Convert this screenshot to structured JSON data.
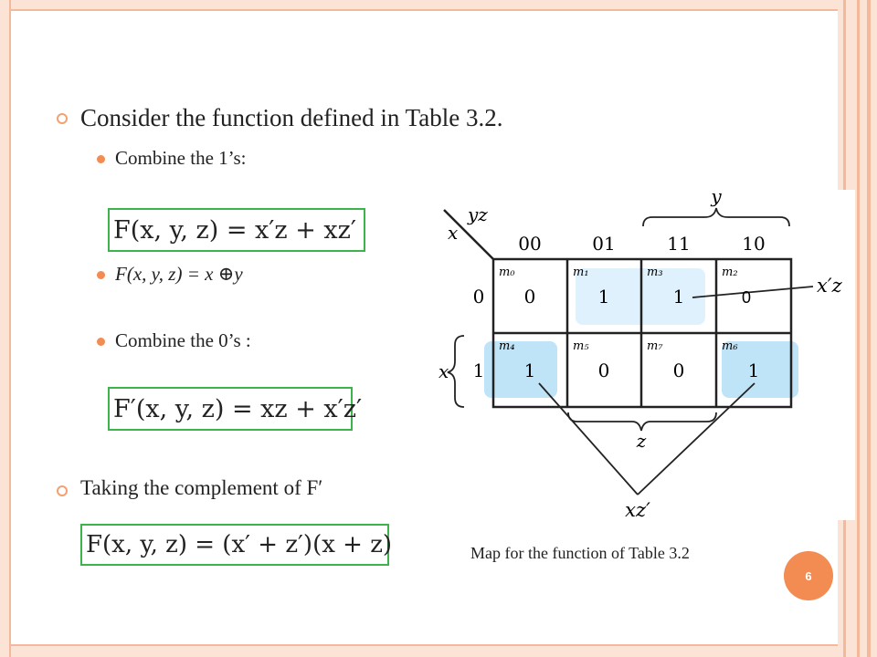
{
  "slide": {
    "bullet1": "Consider the function defined in Table 3.2.",
    "sub1": "Combine the 1’s:",
    "eq1": "F(x, y, z) = x′z + xz′",
    "sub2_lhs": "F(x, y, z) = x",
    "sub2_op": "⊕",
    "sub2_rhs": "y",
    "sub3": "Combine the 0’s :",
    "eq2": "F′(x, y, z) = xz + x′z′",
    "bullet2": "Taking the complement of F′",
    "eq3": "F(x, y, z) = (x′ + z′)(x + z)",
    "caption": "Map for the function of Table 3.2",
    "page_number": "6"
  },
  "kmap": {
    "yz_label": "yz",
    "x_label": "x",
    "col_headers": [
      "00",
      "01",
      "11",
      "10"
    ],
    "row_headers": [
      "0",
      "1"
    ],
    "minterms": [
      [
        "m₀",
        "m₁",
        "m₃",
        "m₂"
      ],
      [
        "m₄",
        "m₅",
        "m₇",
        "m₆"
      ]
    ],
    "values": [
      [
        "0",
        "1",
        "1",
        "0"
      ],
      [
        "1",
        "0",
        "0",
        "1"
      ]
    ],
    "brace_y": "y",
    "brace_x": "x",
    "brace_z": "z",
    "group_xpz": "x′z",
    "group_xzp": "xz′",
    "stray_value": "0",
    "colors": {
      "group_light": "#dff1fc",
      "group_mid": "#bfe3f7",
      "lines": "#222222"
    }
  },
  "colors": {
    "accent": "#f28c52",
    "eq_border": "#3cb44b",
    "frame": "#fbe3d6"
  }
}
